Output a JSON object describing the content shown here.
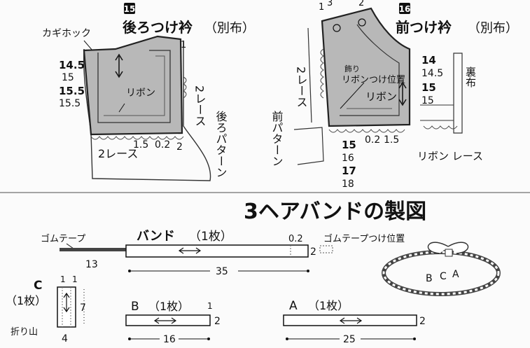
{
  "section15": {
    "badge": "15",
    "title": "後ろつけ衿",
    "subtitle": "（別布）",
    "hook_label": "カギホック",
    "sizes": [
      "14.5",
      "15",
      "15.5",
      "15.5"
    ],
    "ribbon_label": "リボン",
    "top_seam": "1",
    "lace_right": "2レース",
    "lace_bottom": "2レース",
    "dims_bottom": [
      "1.5",
      "0.2",
      "2"
    ],
    "back_pattern": "後ろパターン"
  },
  "section16": {
    "badge": "16",
    "title": "前つけ衿",
    "subtitle": "（別布）",
    "top_nums": [
      "1",
      "3",
      "2"
    ],
    "decoration_label": "飾り",
    "ribbon_position": "リボンつけ位置",
    "ribbon_label": "リボン",
    "lace_left": "2レース",
    "front_pattern": "前パターン",
    "sizes_right": [
      "14",
      "14.5",
      "15",
      "15"
    ],
    "lining": "裏布",
    "sizes_bottom": [
      "15",
      "16",
      "17",
      "18"
    ],
    "dims_bottom": [
      "0.2",
      "1.5"
    ],
    "ribbon_lace": "リボン レース"
  },
  "section3": {
    "title": "3ヘアバンドの製図",
    "band_label": "バンド",
    "band_count": "（1枚）",
    "rubber_tape": "ゴムテープ",
    "rubber_len": "13",
    "band_seam": "0.2",
    "band_end": "2",
    "rubber_position": "ゴムテープつけ位置",
    "band_len": "35",
    "c_label": "C",
    "c_count": "（1枚）",
    "c_top": [
      "1",
      "1"
    ],
    "c_height": "7",
    "c_fold": "折り山",
    "c_width": "4",
    "b_label": "B",
    "b_count": "（1枚）",
    "b_seam": "1",
    "b_end": "2",
    "b_len": "16",
    "a_label": "A",
    "a_count": "（1枚）",
    "a_end": "2",
    "a_len": "25",
    "illus_labels": [
      "B",
      "C",
      "A"
    ]
  }
}
